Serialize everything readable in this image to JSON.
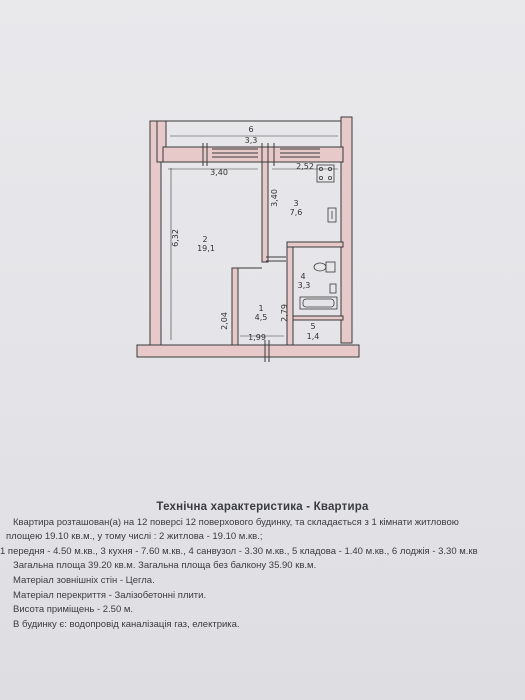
{
  "plan": {
    "labels": {
      "room6_num": "6",
      "room6_area": "3,3",
      "dim_340_top": "3,40",
      "dim_252": "2,52",
      "dim_340_vert": "3,40",
      "room3_num": "3",
      "room3_area": "7,6",
      "dim_632": "6,32",
      "room2_num": "2",
      "room2_area": "19,1",
      "room4_num": "4",
      "room4_area": "3,3",
      "room1_num": "1",
      "room1_area": "4,5",
      "dim_204": "2,04",
      "dim_279": "2,79",
      "room5_num": "5",
      "room5_area": "1,4",
      "dim_199": "1,99"
    }
  },
  "doc": {
    "title": "Технічна характеристика - Квартира",
    "lines": [
      "Квартира розташован(а) на 12 поверсі 12 поверхового будинку, та складається з 1 кімнати житловою",
      "площею 19.10 кв.м., у тому числі : 2 житлова - 19.10 м.кв.;",
      "1 передня - 4.50 м.кв., 3 кухня - 7.60 м.кв., 4 санвузол - 3.30 м.кв., 5 кладова - 1.40 м.кв., 6 лоджія - 3.30 м.кв",
      "Загальна площа 39.20 кв.м.  Загальна площа без балкону 35.90 кв.м.",
      "Матеріал зовнішніх стін - Цегла.",
      "Матеріал перекриття - Залізобетонні плити.",
      "Висота приміщень - 2.50 м.",
      "В будинку є: водопровід каналізація газ, електрика."
    ]
  },
  "colors": {
    "wall": "#e7c9c9",
    "line": "#3a3a3a",
    "text": "#3a3a42"
  }
}
